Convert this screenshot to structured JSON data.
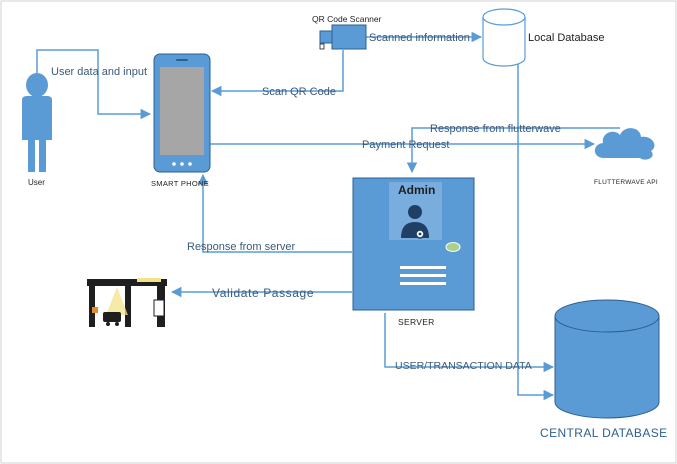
{
  "colors": {
    "primary": "#5b9bd5",
    "arrow": "#5b9bd5",
    "dark_blue": "#2e5f91",
    "line": "#4a86c5"
  },
  "labels": {
    "qr_scanner": "QR Code Scanner",
    "scanned_info": "Scanned information",
    "local_db": "Local Database",
    "user_data": "User data and input",
    "scan_qr": "Scan QR Code",
    "user": "User",
    "smart_phone": "SMART PHONE",
    "response_flutterwave": "Response from flutterwave",
    "payment_request": "Payment Request",
    "flutterwave_api": "FLUTTERWAVE API",
    "admin": "Admin",
    "response_server": "Response from server",
    "validate_passage": "Validate Passage",
    "server": "SERVER",
    "user_transaction": "USER/TRANSACTION DATA",
    "central_db": "CENTRAL DATABASE"
  },
  "icons": {
    "user": "person-icon",
    "phone": "smartphone-icon",
    "scanner": "qr-scanner-icon",
    "cloud": "cloud-icon",
    "admin": "admin-gear-icon",
    "gate": "toll-gate-icon",
    "local_db": "cylinder-icon",
    "central_db": "cylinder-icon"
  }
}
